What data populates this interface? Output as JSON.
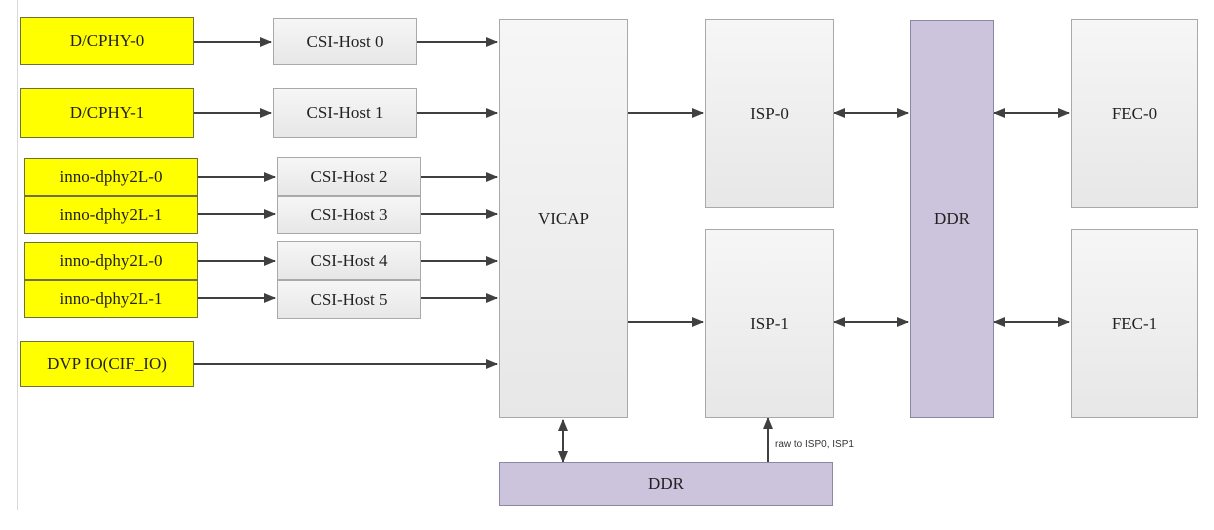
{
  "diagram": {
    "inputs": {
      "dcphy0": "D/CPHY-0",
      "dcphy1": "D/CPHY-1",
      "inno_a0": "inno-dphy2L-0",
      "inno_a1": "inno-dphy2L-1",
      "inno_b0": "inno-dphy2L-0",
      "inno_b1": "inno-dphy2L-1",
      "dvp": "DVP IO(CIF_IO)"
    },
    "csi_hosts": [
      "CSI-Host 0",
      "CSI-Host 1",
      "CSI-Host 2",
      "CSI-Host 3",
      "CSI-Host 4",
      "CSI-Host 5"
    ],
    "vicap": "VICAP",
    "isp": [
      "ISP-0",
      "ISP-1"
    ],
    "ddr_main": "DDR",
    "fec": [
      "FEC-0",
      "FEC-1"
    ],
    "ddr_bottom": "DDR",
    "annotation": "raw to ISP0, ISP1",
    "colors": {
      "phy_fill": "#ffff00",
      "block_fill": "#ececec",
      "ddr_fill": "#ccc3dc",
      "arrow": "#404040"
    }
  }
}
